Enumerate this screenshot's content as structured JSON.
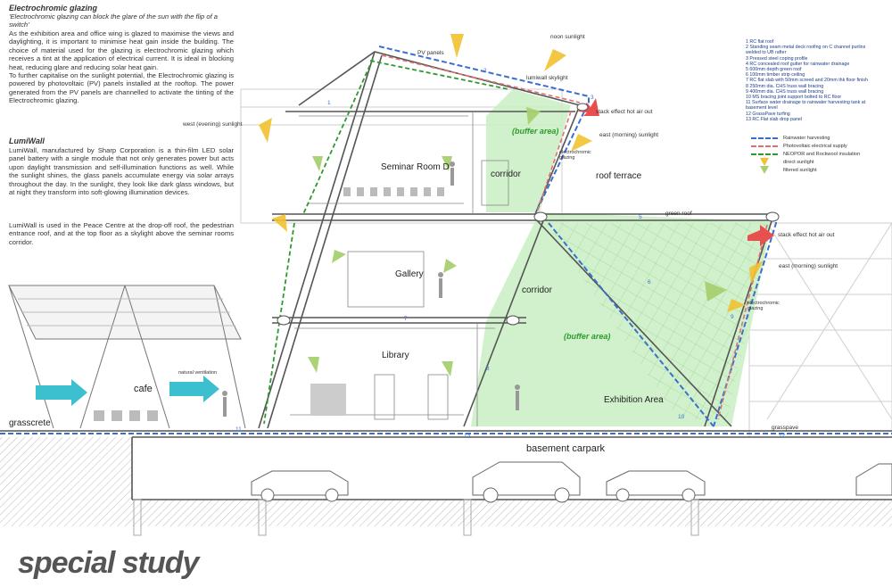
{
  "text_block": {
    "electrochromic_heading": "Electrochromic glazing",
    "electrochromic_quote": "'Electrochromic glazing can block the glare of the sun with the flip of a switch'",
    "electrochromic_para1": "As the exhibition area and office wing is glazed to maximise the views and daylighting, it is important to minimise heat gain inside the building. The choice of material used for the glazing is electrochromic glazing which receives a tint at the application of electrical current. It is ideal in blocking heat, reducing glare and reducing solar heat gain.",
    "electrochromic_para2": "To further capitalise on the sunlight potential, the Electrochromic glazing is powered by photovoltaic (PV) panels installed at the rooftop. The power generated from the PV panels are channelled to activate the tinting of the Electrochromic glazing.",
    "lumiwall_heading": "LumiWall",
    "lumiwall_para1": "LumiWall, manufactured by Sharp Corporation is a thin-film LED solar panel battery with a single module that not only generates power but acts upon daylight transmission and self-illumination functions as well. While the sunlight shines, the glass panels accumulate energy via solar arrays throughout the day. In the sunlight, they look like dark glass windows, but at night they transform into soft-glowing illumination devices.",
    "lumiwall_para2": "LumiWall is used in the Peace Centre at the drop-off roof, the pedestrian entrance roof, and at the top floor as a skylight above the seminar rooms corridor."
  },
  "legend": {
    "items": [
      "1  RC flat roof",
      "2  Standing seam metal deck roofing on C channel purlins",
      "    welded to UB rafter",
      "3  Pressed steel coping profile",
      "4  RC concealed roof gutter for rainwater drainage",
      "5  600mm depth green roof",
      "6  100mm timber strip ceiling",
      "7  RC flat slab with 50mm screed and 20mm thk floor finish",
      "8  250mm dia. CHS truss wall bracing",
      "9  400mm dia. CHS truss wall bracing",
      "10 MS bracing joint support bolted to RC floor",
      "11 Surface water drainage to rainwater harvesting tank at",
      "    basement level",
      "12 GrassPave turfing",
      "13 RC Flat slab drop panel"
    ],
    "lines": [
      {
        "label": "Rainwater harvesting",
        "color": "#3a6fd0"
      },
      {
        "label": "Photovoltaic electrical supply",
        "color": "#e07070"
      },
      {
        "label": "NEOPOR and Rockwool insulation",
        "color": "#2d9a2d"
      }
    ],
    "arrows": [
      {
        "label": "direct sunlight",
        "color": "#f2c230"
      },
      {
        "label": "filtered sunlight",
        "color": "#a8d070"
      }
    ]
  },
  "labels": {
    "noon_sunlight": "noon sunlight",
    "pv_panels": "PV panels",
    "lumiwall_skylight": "lumiwall skylight",
    "west_sunlight": "west (evening) sunlight",
    "east_sunlight_top": "east (morning) sunlight",
    "east_sunlight_right": "east (morning) sunlight",
    "stack_effect_top": "stack effect hot air out",
    "stack_effect_right": "stack effect hot air out",
    "electrochromic_top": "electrochromic glazing",
    "electrochromic_right": "electrochromic glazing",
    "buffer_top": "(buffer area)",
    "buffer_bottom": "(buffer area)",
    "seminar_room": "Seminar Room D",
    "corridor_top": "corridor",
    "corridor_mid": "corridor",
    "roof_terrace": "roof terrace",
    "green_roof": "green roof",
    "gallery": "Gallery",
    "library": "Library",
    "exhibition_area": "Exhibition Area",
    "cafe": "cafe",
    "natural_ventilation": "natural ventilation",
    "grasscrete": "grasscrete",
    "grasspave": "grasspave",
    "basement_carpark": "basement carpark",
    "special_study": "special study"
  },
  "numbers": {
    "n1": "1",
    "n2": "2",
    "n3": "3",
    "n5": "5",
    "n6": "6",
    "n7": "7",
    "n8": "8",
    "n9": "9",
    "n10": "10",
    "n11": "11",
    "n12": "12",
    "n13": "13"
  },
  "colors": {
    "rain": "#3a6fd0",
    "pv": "#e07070",
    "insulation": "#2d9a2d",
    "buffer_fill": "#c9eec3",
    "sun": "#f2c230",
    "filtered": "#a8d070",
    "vent": "#3cc0d0",
    "hot_air": "#e85050"
  }
}
